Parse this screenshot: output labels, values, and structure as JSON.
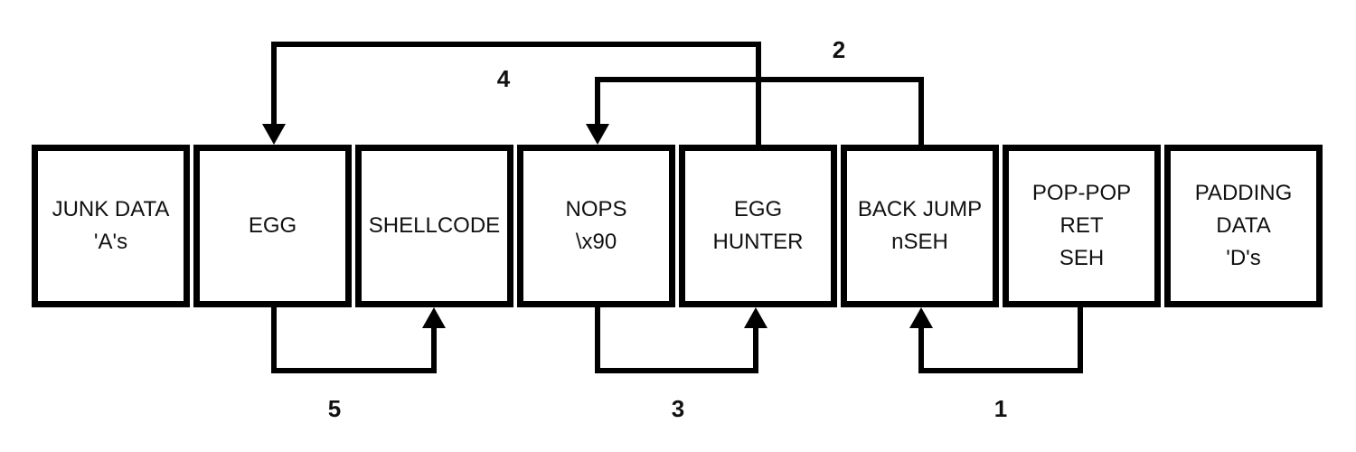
{
  "diagram": {
    "description": "SEH overflow egg hunter exploit buffer layout",
    "colors": {
      "background": "#ffffff",
      "line": "#000000",
      "text": "#111111"
    },
    "boxes": [
      {
        "id": "junk-data",
        "lines": [
          "JUNK DATA",
          "'A's"
        ]
      },
      {
        "id": "egg",
        "lines": [
          "EGG"
        ]
      },
      {
        "id": "shellcode",
        "lines": [
          "SHELLCODE"
        ]
      },
      {
        "id": "nops",
        "lines": [
          "NOPS",
          "\\x90"
        ]
      },
      {
        "id": "egg-hunter",
        "lines": [
          "EGG",
          "HUNTER"
        ]
      },
      {
        "id": "back-jump",
        "lines": [
          "BACK JUMP",
          "nSEH"
        ]
      },
      {
        "id": "pop-pop-ret",
        "lines": [
          "POP-POP",
          "RET",
          "SEH"
        ]
      },
      {
        "id": "padding-data",
        "lines": [
          "PADDING",
          "DATA",
          "'D's"
        ]
      }
    ],
    "arrows": [
      {
        "label": "1",
        "from": "pop-pop-ret",
        "to": "back-jump",
        "side": "bottom"
      },
      {
        "label": "2",
        "from": "back-jump",
        "to": "nops",
        "side": "top"
      },
      {
        "label": "3",
        "from": "nops",
        "to": "egg-hunter",
        "side": "bottom"
      },
      {
        "label": "4",
        "from": "egg-hunter",
        "to": "egg",
        "side": "top"
      },
      {
        "label": "5",
        "from": "egg",
        "to": "shellcode",
        "side": "bottom"
      }
    ]
  }
}
